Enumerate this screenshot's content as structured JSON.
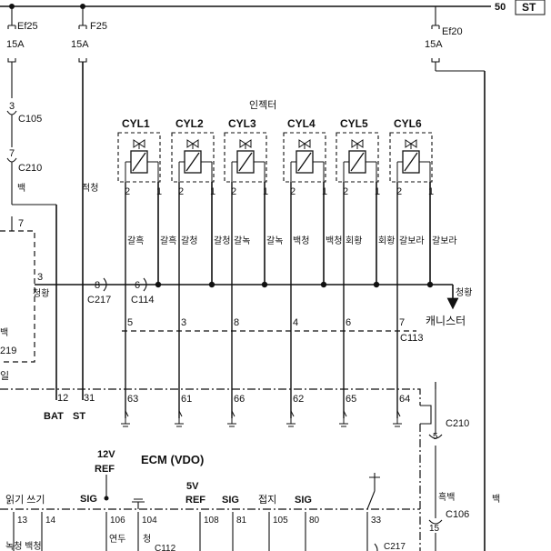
{
  "top_right": {
    "wire_number": "50",
    "label": "ST"
  },
  "fuses": [
    {
      "id": "ef25",
      "name": "Ef25",
      "rating": "15A"
    },
    {
      "id": "f25",
      "name": "F25",
      "rating": "15A"
    },
    {
      "id": "ef20",
      "name": "Ef20",
      "rating": "15A"
    }
  ],
  "left_connectors": {
    "c105_pin": "3",
    "c105": "C105",
    "c210_pin": "7",
    "c210": "C210",
    "wire_white": "백",
    "wire_red": "적청",
    "box_pin7": "7",
    "box_pin3": "3",
    "wire_blue_yellow": "청황",
    "frag_white": "백",
    "frag_219": "219",
    "frag_il": "일"
  },
  "injector": {
    "title": "인젝터",
    "cylinders": [
      {
        "label": "CYL1",
        "pin_left": "2",
        "pin_right": "1",
        "wire_left": "갈흑",
        "wire_right": "갈흑",
        "ecm_pin": "63",
        "c113_pin": "5"
      },
      {
        "label": "CYL2",
        "pin_left": "2",
        "pin_right": "1",
        "wire_left": "갈청",
        "wire_right": "갈청",
        "ecm_pin": "61",
        "c113_pin": "3"
      },
      {
        "label": "CYL3",
        "pin_left": "2",
        "pin_right": "1",
        "wire_left": "갈녹",
        "wire_right": "갈녹",
        "ecm_pin": "66",
        "c113_pin": "8"
      },
      {
        "label": "CYL4",
        "pin_left": "2",
        "pin_right": "1",
        "wire_left": "백청",
        "wire_right": "백청",
        "ecm_pin": "62",
        "c113_pin": "4"
      },
      {
        "label": "CYL5",
        "pin_left": "2",
        "pin_right": "1",
        "wire_left": "회황",
        "wire_right": "회황",
        "ecm_pin": "65",
        "c113_pin": "6"
      },
      {
        "label": "CYL6",
        "pin_left": "2",
        "pin_right": "1",
        "wire_left": "갈보라",
        "wire_right": "갈보라",
        "ecm_pin": "64",
        "c113_pin": "7"
      }
    ]
  },
  "bus": {
    "c217_pin": "8",
    "c217": "C217",
    "c114_pin": "6",
    "c114": "C114",
    "wire_color": "청황",
    "canister": "캐니스터",
    "c113": "C113"
  },
  "ecm": {
    "title": "ECM (VDO)",
    "bat_pin": "12",
    "bat": "BAT",
    "st_pin": "31",
    "st": "ST",
    "ref12_top": "12V",
    "ref12_bottom": "REF",
    "ref5_top": "5V",
    "ref5_bottom": "REF",
    "read_write": "읽기 쓰기",
    "pins_bottom": [
      "13",
      "14",
      "106",
      "104",
      "108",
      "81",
      "105",
      "80",
      "33"
    ],
    "sig": "SIG",
    "ground": "접지",
    "bottom_frag_left": "녹청 백청",
    "bottom_frag_mid": "연두",
    "bottom_frag_mid2": "청",
    "bottom_frag_c": "C112"
  },
  "right_side": {
    "c210_pin": "5",
    "c210": "C210",
    "wire": "흑백",
    "c106_pin": "15",
    "c106": "C106",
    "far_label": "백",
    "c217": "C217"
  }
}
